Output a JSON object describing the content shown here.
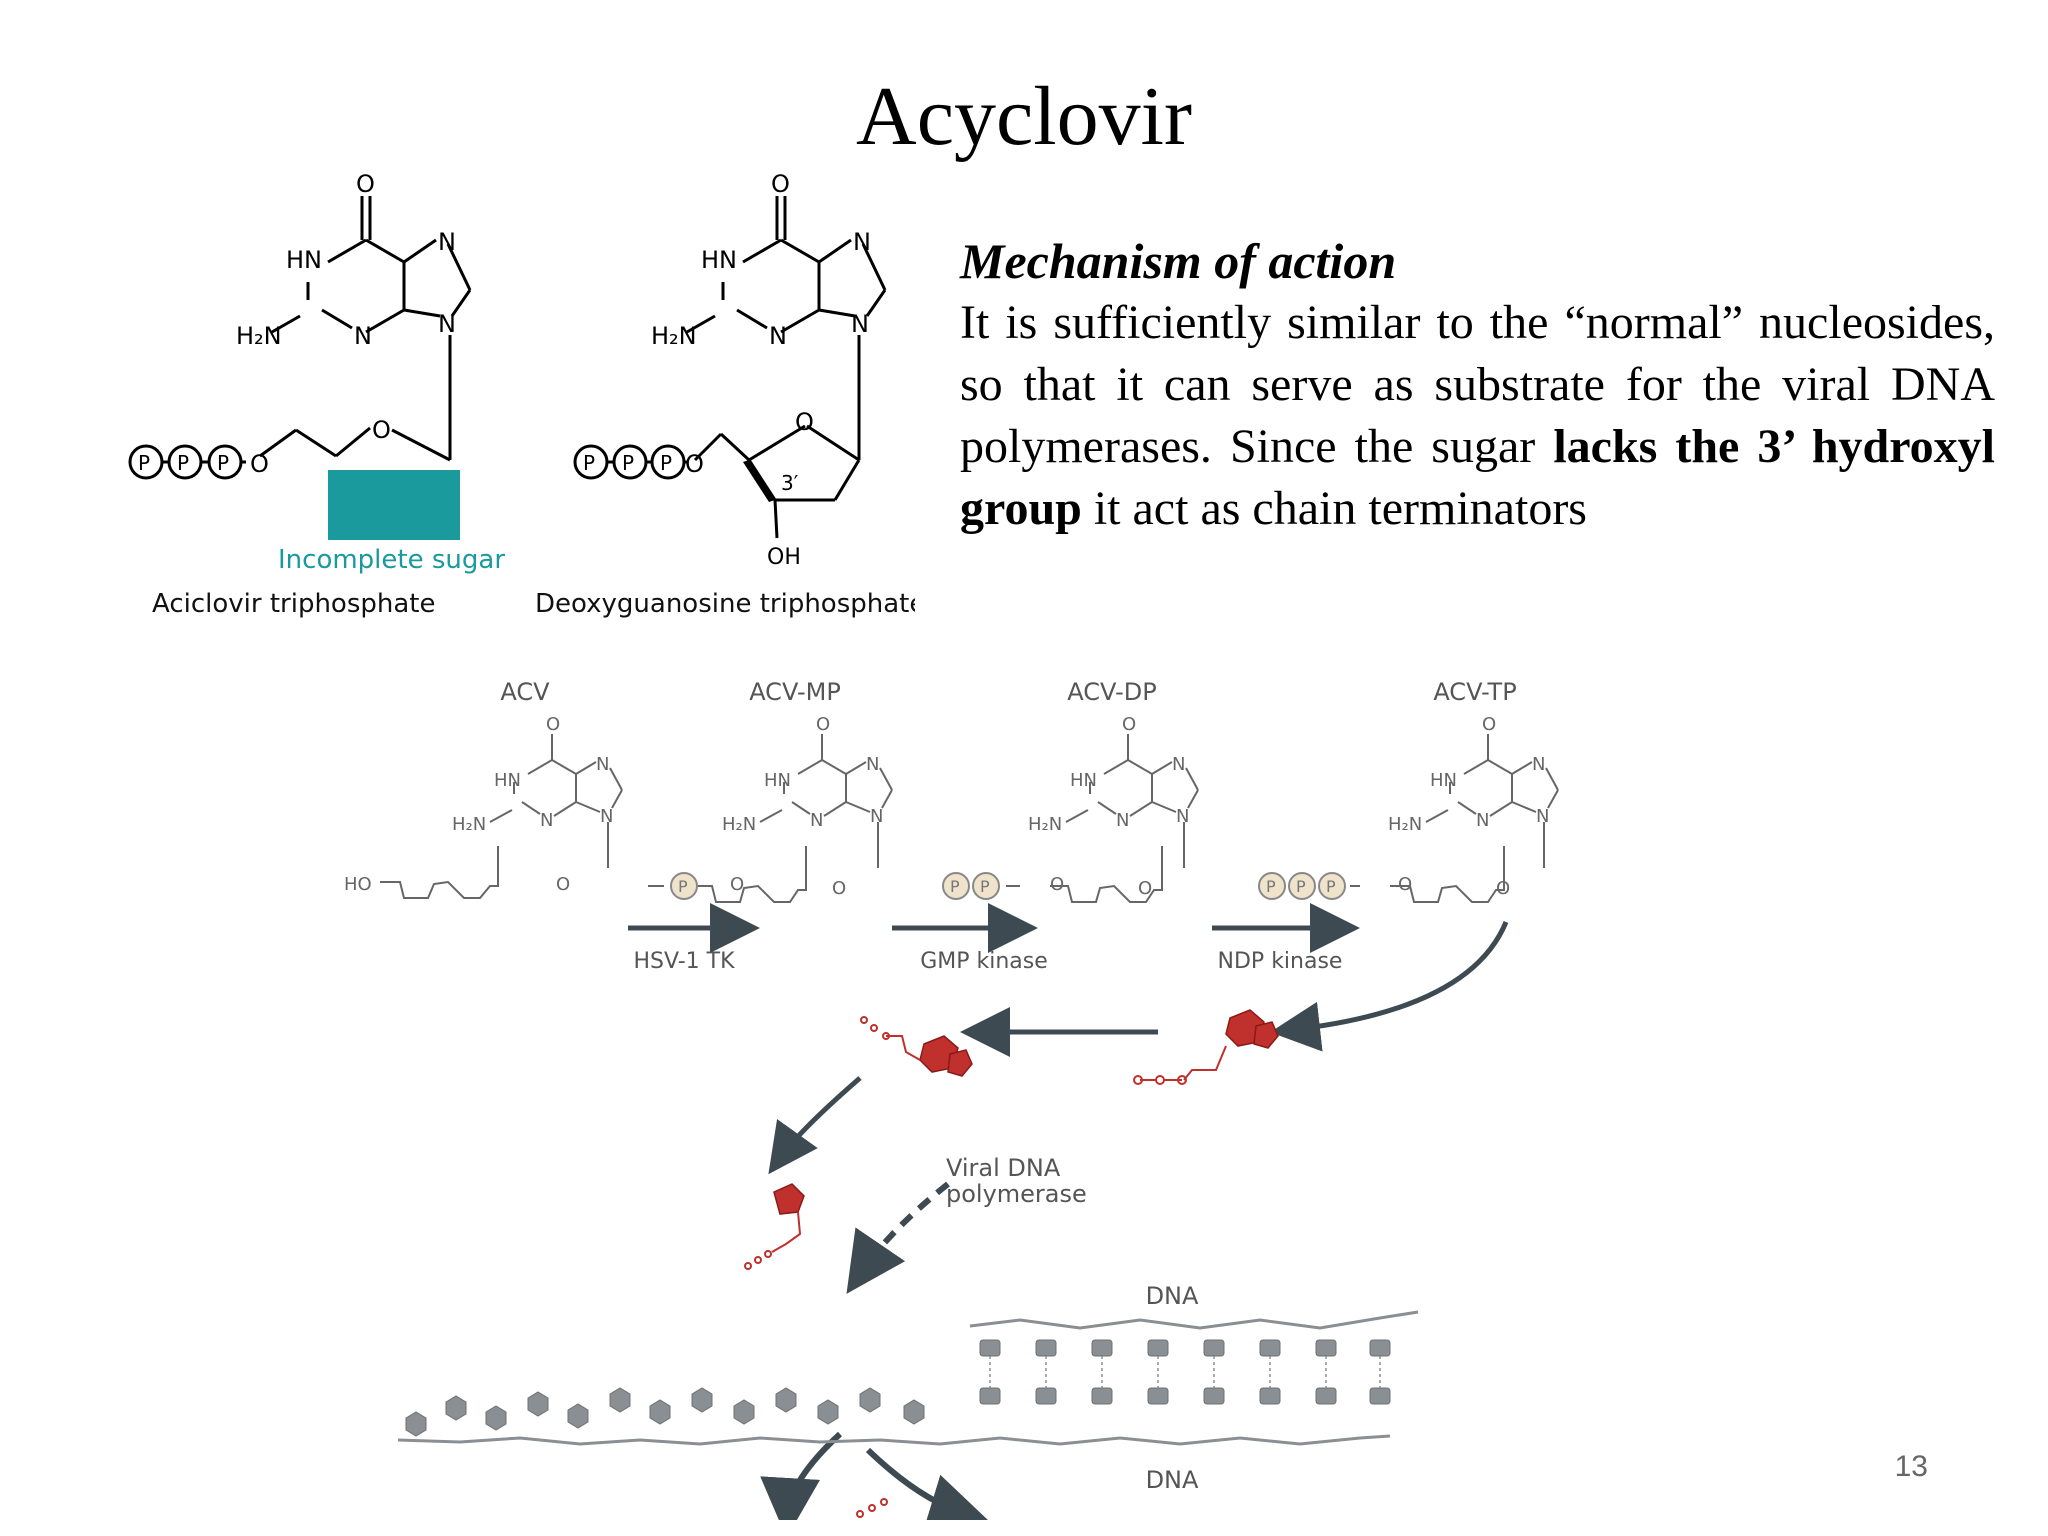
{
  "slide": {
    "title": "Acyclovir",
    "page_number": "13"
  },
  "mechanism": {
    "heading": "Mechanism of action",
    "text_before": "It is sufficiently similar to the “normal” nucleosides, so that it can serve as substrate for the viral DNA polymerases. Since the sugar ",
    "bold": "lacks the 3’ hydroxyl group",
    "text_after": " it act as chain terminators"
  },
  "structures": {
    "acv_tp": {
      "caption": "Aciclovir triphosphate",
      "highlight_label": "Incomplete sugar",
      "highlight_color": "#1a9a9c"
    },
    "dgtp": {
      "caption": "Deoxyguanosine triphosphate",
      "position_label": "3′",
      "oh_label": "OH"
    },
    "atoms": {
      "O": "O",
      "HN": "HN",
      "N": "N",
      "H2N": "H₂N",
      "P": "P",
      "HO": "HO"
    }
  },
  "pathway": {
    "stages": [
      "ACV",
      "ACV-MP",
      "ACV-DP",
      "ACV-TP"
    ],
    "enzymes": [
      "HSV-1 TK",
      "GMP kinase",
      "NDP kinase"
    ],
    "polymerase_label_1": "Viral DNA",
    "polymerase_label_2": "polymerase",
    "dna_top": "DNA",
    "dna_bottom": "DNA",
    "colors": {
      "arrow": "#3d4a52",
      "drug": "#c0302c",
      "phosphate_fill": "#efe3cc",
      "dna": "#8a8f93"
    }
  }
}
